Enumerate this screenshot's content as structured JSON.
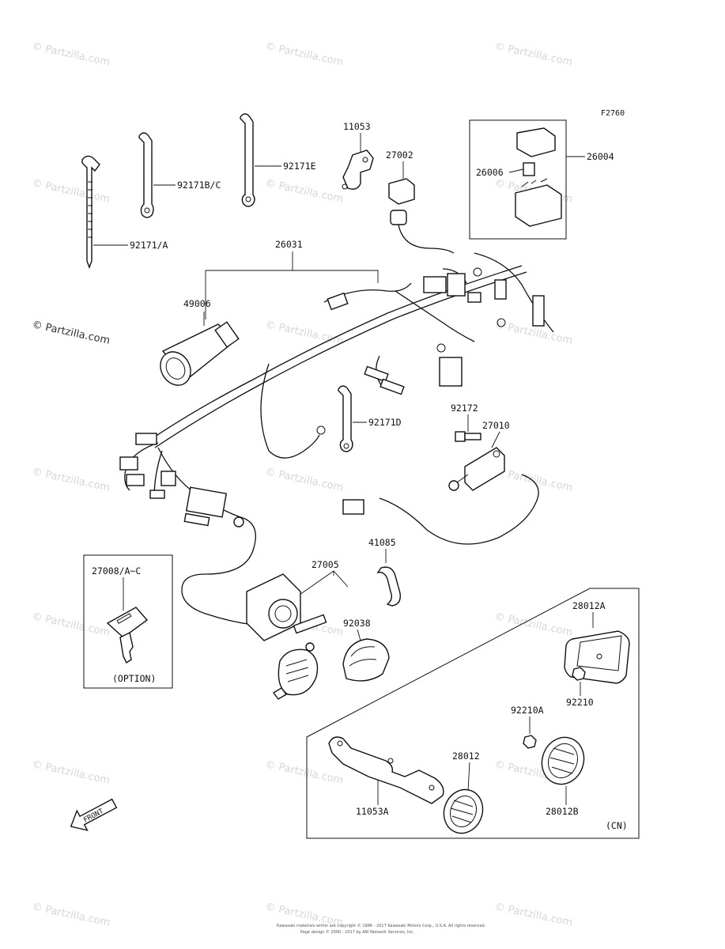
{
  "diagram": {
    "figure_code": "F2760",
    "watermarks": [
      "© Partzilla.com"
    ],
    "footer_lines": [
      "Kawasaki materials within are copyright © 1996 - 2017 Kawasaki Motors Corp., U.S.A. All rights reserved.",
      "Page design © 2000 - 2017 by ARI Network Services, Inc."
    ],
    "front_arrow_label": "FRONT",
    "parts": [
      {
        "id": "92171-a",
        "label": "92171/A"
      },
      {
        "id": "92171-bc",
        "label": "92171B/C"
      },
      {
        "id": "92171-e",
        "label": "92171E"
      },
      {
        "id": "11053",
        "label": "11053"
      },
      {
        "id": "27002",
        "label": "27002"
      },
      {
        "id": "26004",
        "label": "26004"
      },
      {
        "id": "26006",
        "label": "26006"
      },
      {
        "id": "26031",
        "label": "26031"
      },
      {
        "id": "49006",
        "label": "49006"
      },
      {
        "id": "92171-d",
        "label": "92171D"
      },
      {
        "id": "92172",
        "label": "92172"
      },
      {
        "id": "27010",
        "label": "27010"
      },
      {
        "id": "41085",
        "label": "41085"
      },
      {
        "id": "27005",
        "label": "27005"
      },
      {
        "id": "92038",
        "label": "92038"
      },
      {
        "id": "27008",
        "label": "27008/A~C"
      },
      {
        "id": "28012a",
        "label": "28012A"
      },
      {
        "id": "92210",
        "label": "92210"
      },
      {
        "id": "92210a",
        "label": "92210A"
      },
      {
        "id": "28012",
        "label": "28012"
      },
      {
        "id": "11053a",
        "label": "11053A"
      },
      {
        "id": "28012b",
        "label": "28012B"
      }
    ],
    "box_notes": {
      "option": "(OPTION)",
      "cn": "(CN)"
    }
  }
}
